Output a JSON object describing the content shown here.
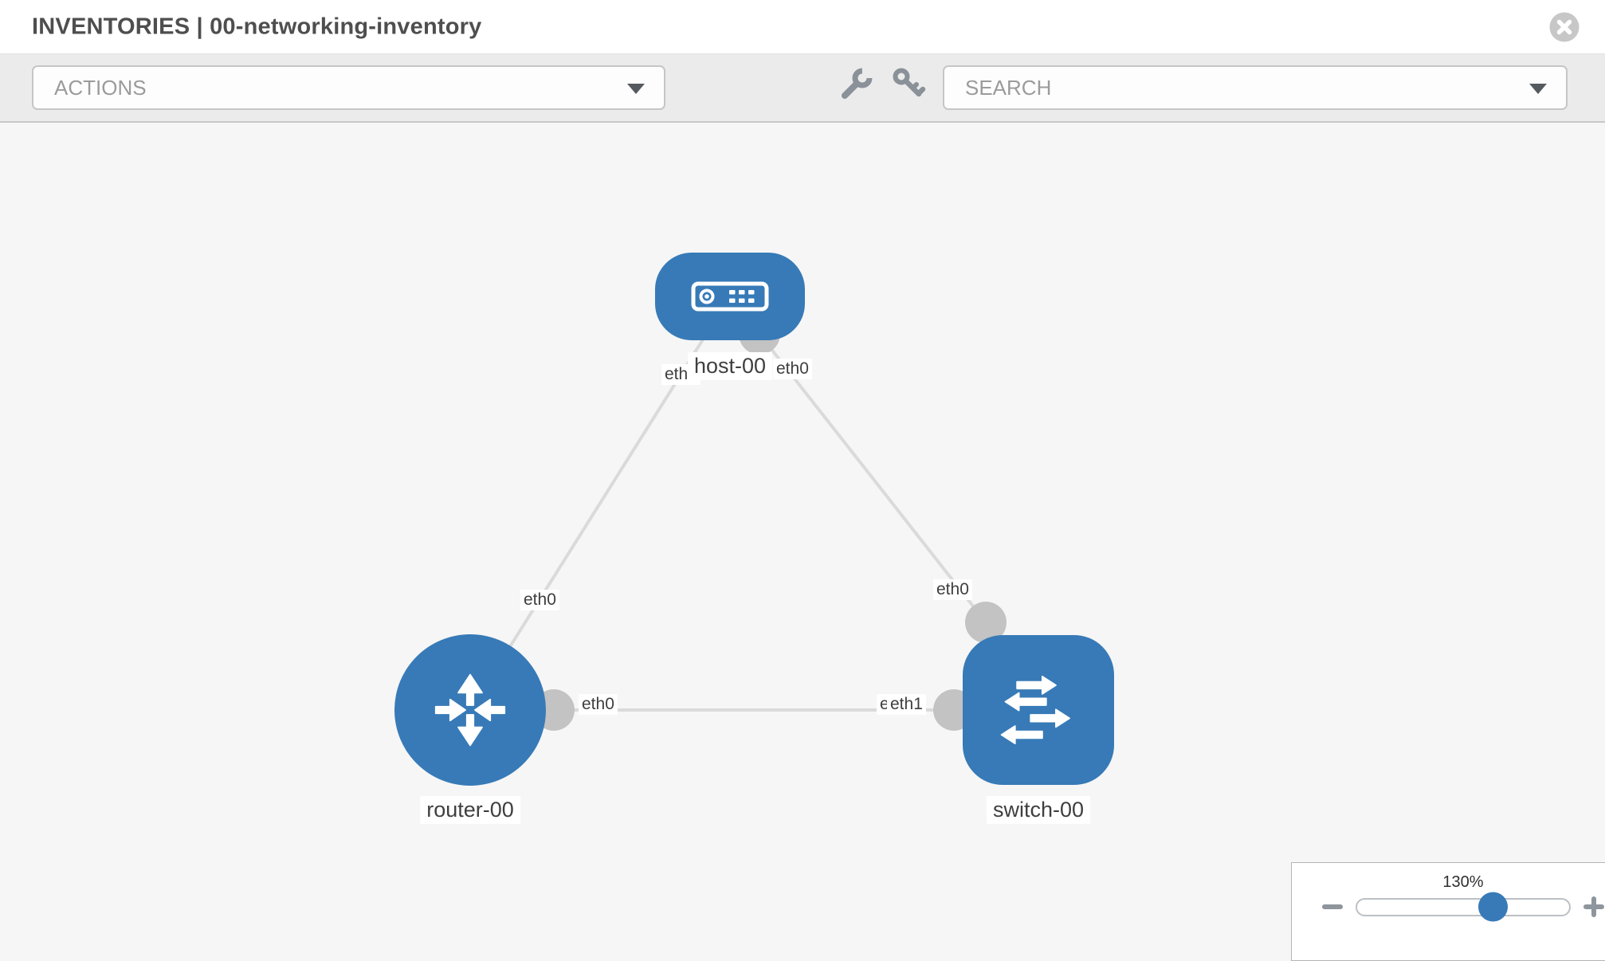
{
  "header": {
    "title": "INVENTORIES | 00-networking-inventory"
  },
  "toolbar": {
    "actions_label": "ACTIONS",
    "search_placeholder": "SEARCH"
  },
  "topology": {
    "nodes": [
      {
        "id": "host-00",
        "type": "host",
        "label": "host-00"
      },
      {
        "id": "router-00",
        "type": "router",
        "label": "router-00"
      },
      {
        "id": "switch-00",
        "type": "switch",
        "label": "switch-00"
      }
    ],
    "links": [
      {
        "from": "host-00",
        "to": "router-00",
        "from_iface": "eth0",
        "to_iface": "eth0"
      },
      {
        "from": "host-00",
        "to": "switch-00",
        "from_iface": "eth0",
        "to_iface": "eth0"
      },
      {
        "from": "router-00",
        "to": "switch-00",
        "from_iface": "eth0",
        "to_iface": "eth1",
        "to_iface_occluded": "eth0"
      }
    ]
  },
  "zoom_control": {
    "level": "130%"
  },
  "colors": {
    "node_blue": "#377ab7",
    "link_gray": "#dadada",
    "connector_gray": "#c3c3c3",
    "toolbar_bg": "#ebebeb",
    "canvas_bg": "#f6f6f6"
  }
}
